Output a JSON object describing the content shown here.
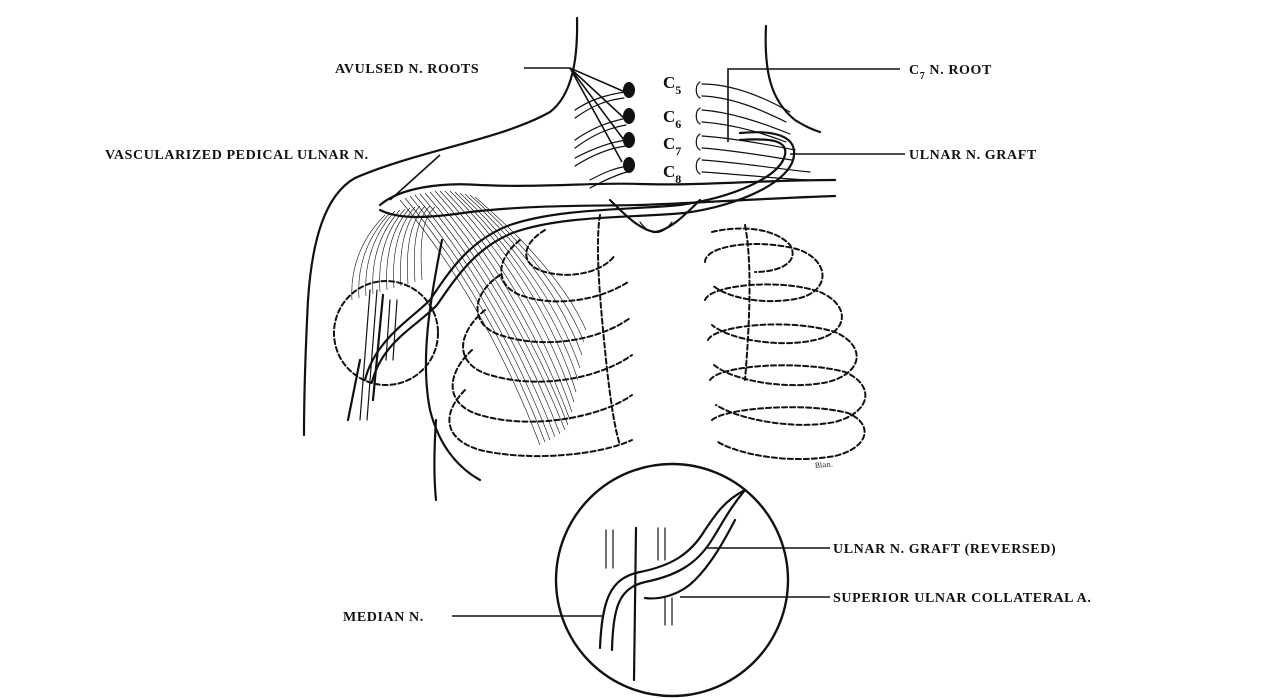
{
  "labels": {
    "avulsed_roots": "AVULSED N. ROOTS",
    "vascularized_pedical": "VASCULARIZED PEDICAL ULNAR N.",
    "c7_root_prefix": "C",
    "c7_root_sub": "7",
    "c7_root_suffix": " N. ROOT",
    "ulnar_graft": "ULNAR N. GRAFT",
    "ulnar_graft_reversed": "ULNAR N. GRAFT (REVERSED)",
    "superior_ulnar_collateral": "SUPERIOR ULNAR COLLATERAL A.",
    "median_n": "MEDIAN N."
  },
  "nerve_roots": [
    {
      "letter": "C",
      "sub": "5"
    },
    {
      "letter": "C",
      "sub": "6"
    },
    {
      "letter": "C",
      "sub": "7"
    },
    {
      "letter": "C",
      "sub": "8"
    }
  ],
  "signature": "Blan."
}
